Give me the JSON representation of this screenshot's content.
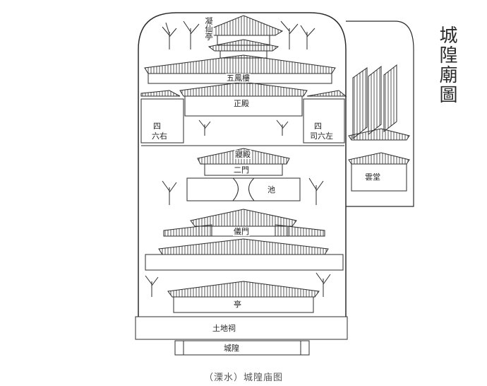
{
  "title": "城隍廟圖",
  "caption": "（溧水）城隍庙图",
  "labels": {
    "pavilion": "凝仙亭",
    "wuli_tower": "五鳳樓",
    "main_hall": "正殿",
    "side_left_a": "四",
    "side_left_b": "六右",
    "side_right_a": "四",
    "side_right_b": "司六左",
    "rear_hall": "寢殿",
    "mid_gate": "二門",
    "pond": "池",
    "hall": "儀門",
    "side_hall": "雲堂",
    "gate_hall": "亭",
    "land_god": "土地祠",
    "front_gate": "城隍"
  },
  "colors": {
    "ink": "#2b2b2b",
    "paper": "#ffffff",
    "shade": "#d8d8d8"
  }
}
